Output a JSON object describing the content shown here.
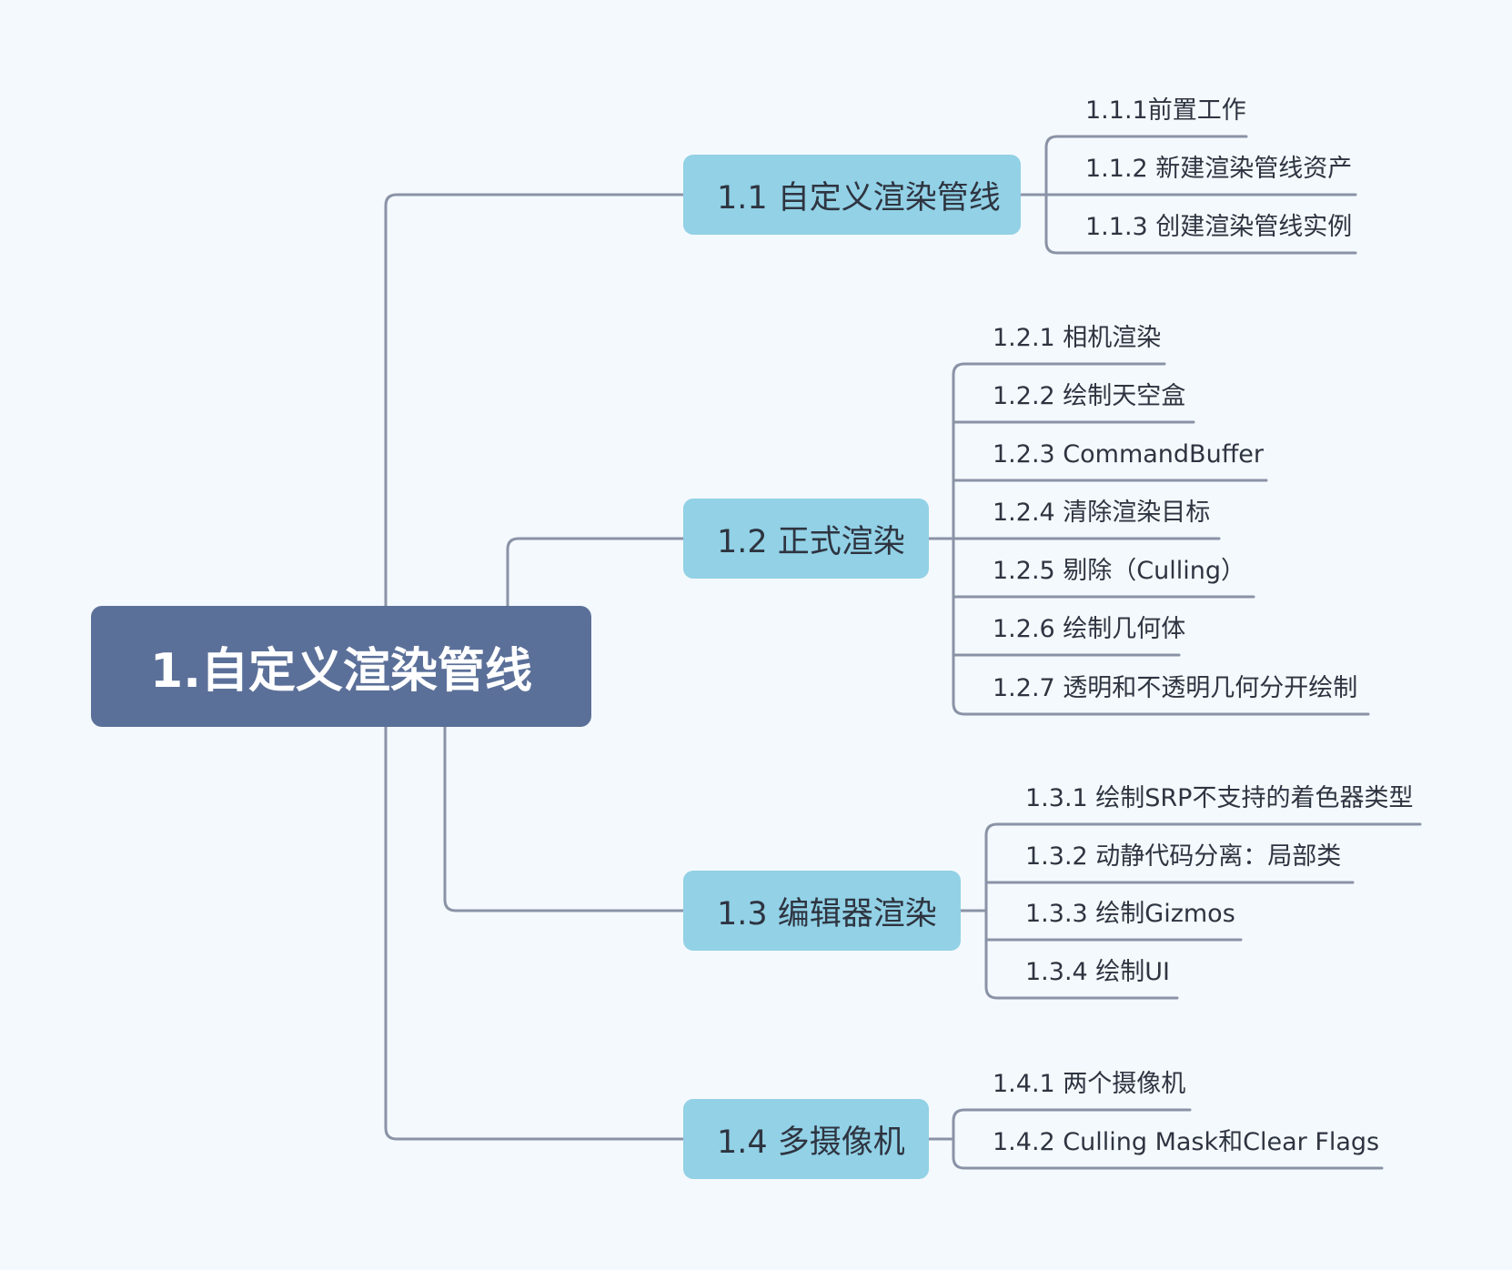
{
  "root": {
    "label": "1.自定义渲染管线"
  },
  "branches": [
    {
      "label": "1.1 自定义渲染管线",
      "children": [
        "1.1.1前置工作",
        "1.1.2 新建渲染管线资产",
        "1.1.3 创建渲染管线实例"
      ]
    },
    {
      "label": "1.2 正式渲染",
      "children": [
        "1.2.1 相机渲染",
        "1.2.2 绘制天空盒",
        "1.2.3 CommandBuffer",
        "1.2.4 清除渲染目标",
        "1.2.5 剔除（Culling）",
        "1.2.6 绘制几何体",
        "1.2.7 透明和不透明几何分开绘制"
      ]
    },
    {
      "label": "1.3 编辑器渲染",
      "children": [
        "1.3.1 绘制SRP不支持的着色器类型",
        "1.3.2 动静代码分离：局部类",
        "1.3.3 绘制Gizmos",
        "1.3.4 绘制UI"
      ]
    },
    {
      "label": "1.4 多摄像机",
      "children": [
        "1.4.1 两个摄像机",
        "1.4.2 Culling Mask和Clear Flags"
      ]
    }
  ],
  "colors": {
    "background": "#f4f9fd",
    "root_fill": "#5b7099",
    "root_text": "#ffffff",
    "branch_fill": "#92d1e6",
    "text": "#2e3440",
    "connector": "#8a93a6"
  }
}
